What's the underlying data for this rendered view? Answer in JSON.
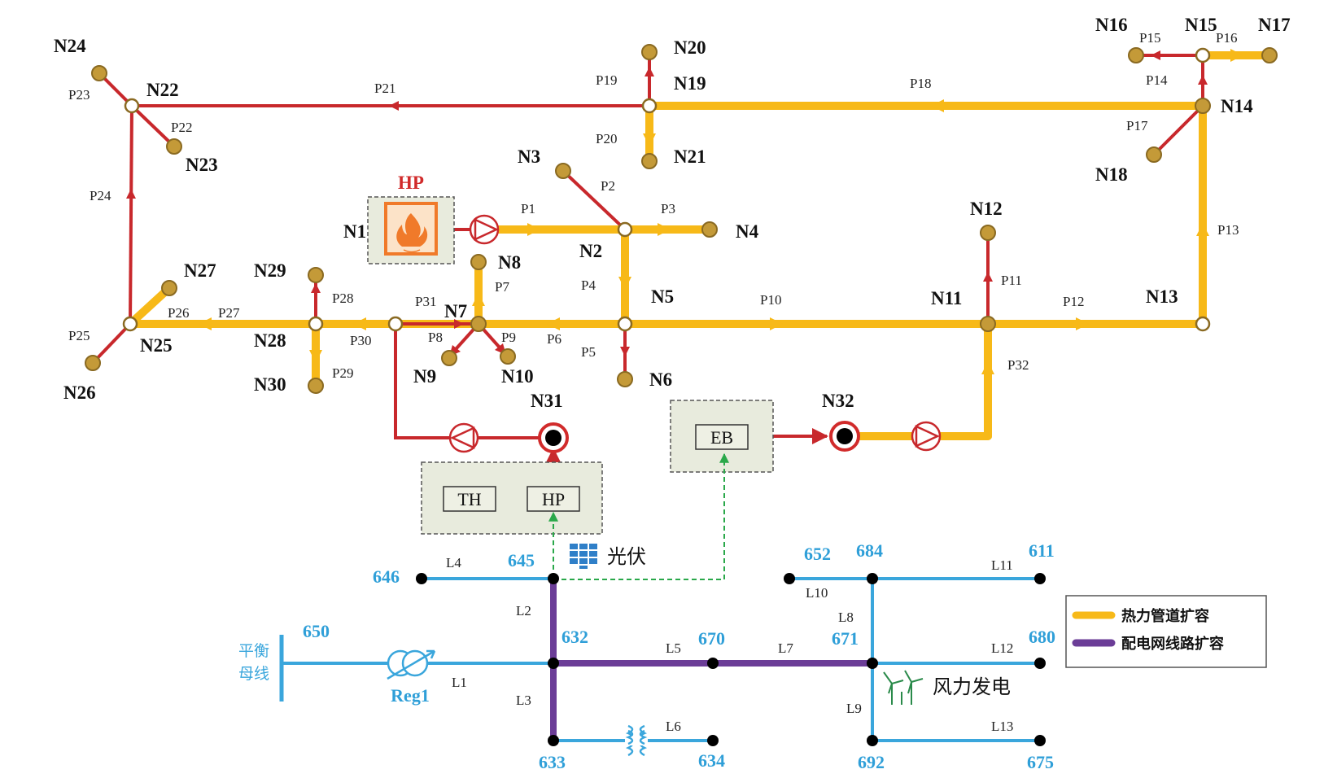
{
  "colors": {
    "hot_pipe": "#c8282c",
    "pipe_expansion": "#f7b918",
    "dist_line": "#3aa6dc",
    "line_expansion": "#6b3d97",
    "node_fill": "#c49a38",
    "box_fill": "#e8ebdd",
    "hp_red": "#d12b2b",
    "source_orange": "#f07a2a"
  },
  "heat_nodes": {
    "N1": "N1",
    "N2": "N2",
    "N3": "N3",
    "N4": "N4",
    "N5": "N5",
    "N6": "N6",
    "N7": "N7",
    "N8": "N8",
    "N9": "N9",
    "N10": "N10",
    "N11": "N11",
    "N12": "N12",
    "N13": "N13",
    "N14": "N14",
    "N15": "N15",
    "N16": "N16",
    "N17": "N17",
    "N18": "N18",
    "N19": "N19",
    "N20": "N20",
    "N21": "N21",
    "N22": "N22",
    "N23": "N23",
    "N24": "N24",
    "N25": "N25",
    "N26": "N26",
    "N27": "N27",
    "N28": "N28",
    "N29": "N29",
    "N30": "N30",
    "N31": "N31",
    "N32": "N32"
  },
  "pipes": {
    "P1": "P1",
    "P2": "P2",
    "P3": "P3",
    "P4": "P4",
    "P5": "P5",
    "P6": "P6",
    "P7": "P7",
    "P8": "P8",
    "P9": "P9",
    "P10": "P10",
    "P11": "P11",
    "P12": "P12",
    "P13": "P13",
    "P14": "P14",
    "P15": "P15",
    "P16": "P16",
    "P17": "P17",
    "P18": "P18",
    "P19": "P19",
    "P20": "P20",
    "P21": "P21",
    "P22": "P22",
    "P23": "P23",
    "P24": "P24",
    "P25": "P25",
    "P26": "P26",
    "P27": "P27",
    "P28": "P28",
    "P29": "P29",
    "P30": "P30",
    "P31": "P31",
    "P32": "P32"
  },
  "devices": {
    "hp_source": "HP",
    "th": "TH",
    "hp": "HP",
    "eb": "EB",
    "reg": "Reg1",
    "pv": "光伏",
    "wind": "风力发电",
    "slack_line1": "平衡",
    "slack_line2": "母线"
  },
  "buses": {
    "b650": "650",
    "b646": "646",
    "b645": "645",
    "b632": "632",
    "b633": "633",
    "b634": "634",
    "b670": "670",
    "b671": "671",
    "b652": "652",
    "b684": "684",
    "b611": "611",
    "b680": "680",
    "b692": "692",
    "b675": "675"
  },
  "lines": {
    "L1": "L1",
    "L2": "L2",
    "L3": "L3",
    "L4": "L4",
    "L5": "L5",
    "L6": "L6",
    "L7": "L7",
    "L8": "L8",
    "L9": "L9",
    "L10": "L10",
    "L11": "L11",
    "L12": "L12",
    "L13": "L13"
  },
  "legend": {
    "pipe_expansion": "热力管道扩容",
    "line_expansion": "配电网线路扩容"
  }
}
